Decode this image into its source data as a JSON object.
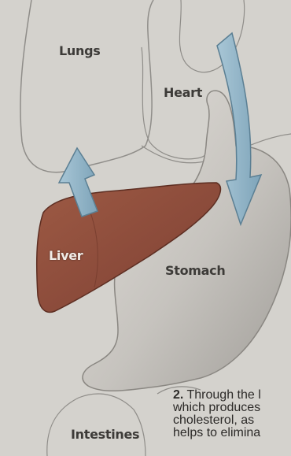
{
  "labels": {
    "lungs": "Lungs",
    "heart": "Heart",
    "liver": "Liver",
    "stomach": "Stomach",
    "intestines": "Intestines"
  },
  "caption": {
    "number": "2.",
    "line1": "Through the l",
    "line2": "which produces",
    "line3": "cholesterol, as",
    "line4": "helps to elimina"
  },
  "colors": {
    "background": "#d4d2cd",
    "outline": "#8f8d89",
    "liver": "#8a4a3a",
    "stomach": "#c9c6c1",
    "arrow": "#8fb3c7"
  },
  "icons": [
    "arrow-down-icon",
    "arrow-up-icon"
  ]
}
